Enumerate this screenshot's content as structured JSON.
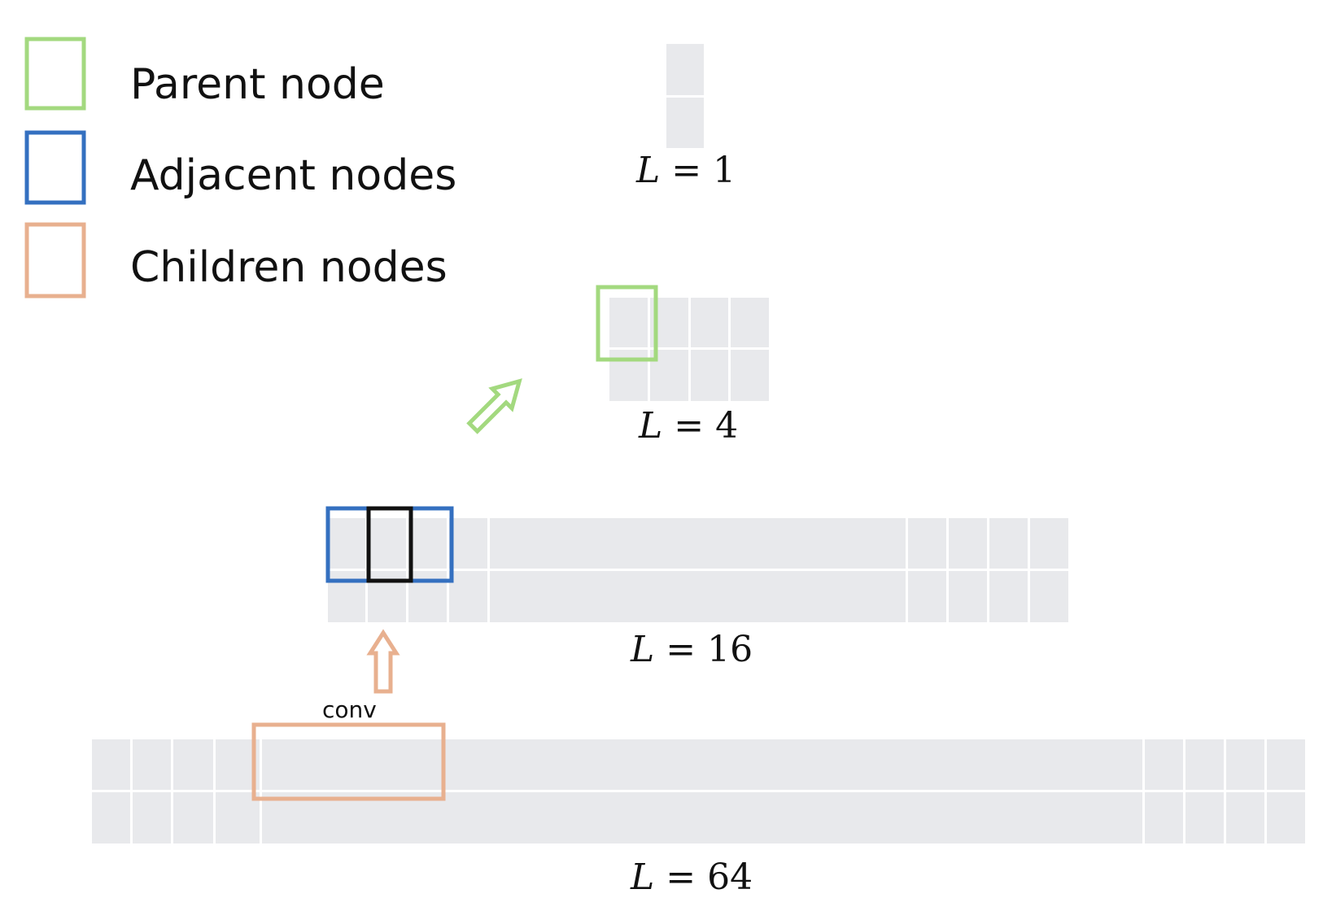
{
  "legend": {
    "parent_label": "Parent node",
    "adjacent_label": "Adjacent nodes",
    "children_label": "Children nodes"
  },
  "levels": {
    "l1": {
      "var": "L",
      "value": "= 1"
    },
    "l4": {
      "var": "L",
      "value": "= 4"
    },
    "l16": {
      "var": "L",
      "value": "= 16"
    },
    "l64": {
      "var": "L",
      "value": "= 64"
    }
  },
  "conv_label": "conv",
  "colors": {
    "parent": "#a3d97f",
    "adjacent": "#3470c0",
    "children": "#e8b08f",
    "selected": "#111111",
    "cell": "#e8e9ec"
  }
}
